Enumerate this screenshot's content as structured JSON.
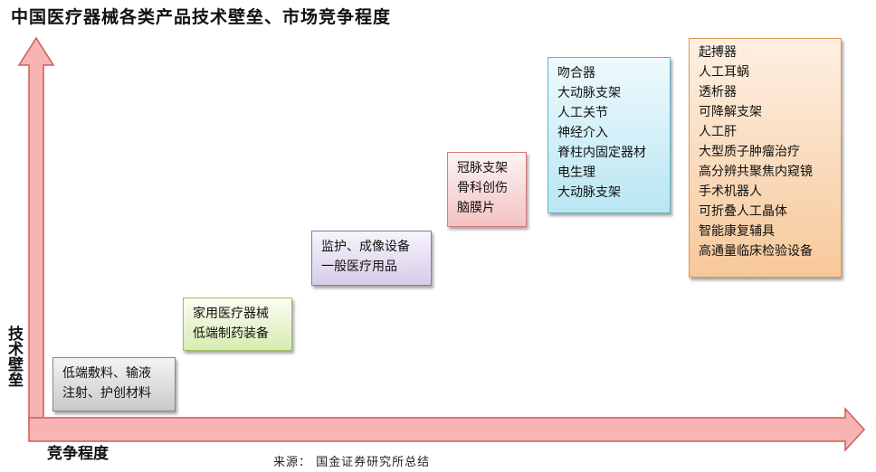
{
  "title": "中国医疗器械各类产品技术壁垒、市场竞争程度",
  "y_axis_label": "技术壁垒",
  "x_axis_label": "竞争程度",
  "source": "来源： 国金证券研究所总结",
  "colors": {
    "arrow_fill": "#f8b3b3",
    "arrow_stroke": "#cf5c5c",
    "tier1": "#c9c9c9",
    "tier2": "#d9ebb2",
    "tier3": "#d6cde9",
    "tier4": "#f3c2c2",
    "tier5": "#b9e6f2",
    "tier6": "#f7c89a"
  },
  "tiers": [
    {
      "items": [
        "低端敷料、输液",
        "注射、护创材料"
      ]
    },
    {
      "items": [
        "家用医疗器械",
        "低端制药装备"
      ]
    },
    {
      "items": [
        "监护、成像设备",
        "一般医疗用品"
      ]
    },
    {
      "items": [
        "冠脉支架",
        "骨科创伤",
        "脑膜片"
      ]
    },
    {
      "items": [
        "吻合器",
        "大动脉支架",
        "人工关节",
        "神经介入",
        "脊柱内固定器材",
        "电生理",
        "大动脉支架"
      ]
    },
    {
      "items": [
        "起搏器",
        "人工耳蜗",
        "透析器",
        "可降解支架",
        "人工肝",
        "大型质子肿瘤治疗",
        "高分辨共聚焦内窥镜",
        "手术机器人",
        "可折叠人工晶体",
        "智能康复辅具",
        "高通量临床检验设备"
      ]
    }
  ]
}
